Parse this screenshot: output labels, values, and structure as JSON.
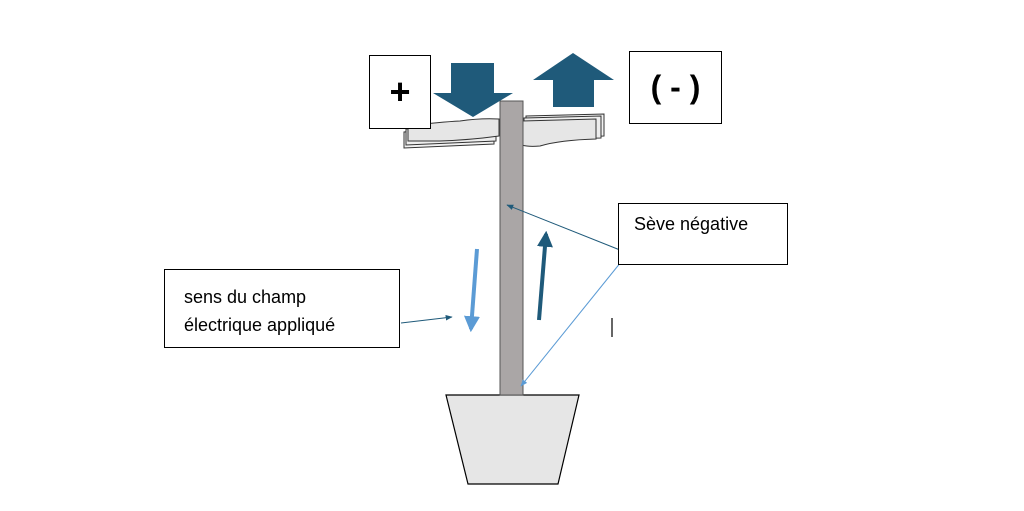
{
  "labels": {
    "plus": "+",
    "minus": "( - )",
    "seve": "Sève négative",
    "champ_line1": "sens du champ",
    "champ_line2": "électrique appliqué"
  },
  "colors": {
    "arrow_dark": "#1f5a7a",
    "arrow_light": "#5b9bd5",
    "stem": "#aaa6a6",
    "pot": "#e6e6e6",
    "leaf": "#e6e6e6"
  }
}
